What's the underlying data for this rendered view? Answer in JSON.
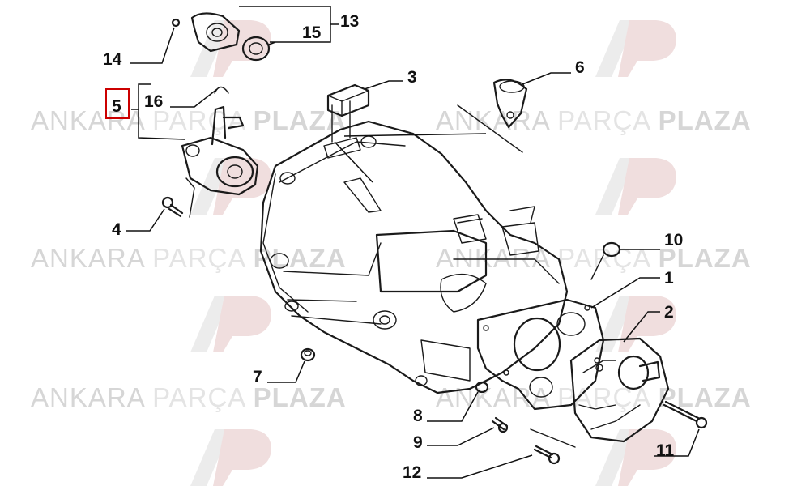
{
  "watermark": {
    "brand_word_1": "ANKARA",
    "brand_word_2": "PARÇA",
    "brand_word_3": "PLAZA",
    "logo_name": "ap-logo-icon",
    "colors": {
      "light": "#e8e8e8",
      "mid": "#dcdcdc",
      "dark": "#d0d0d0"
    }
  },
  "callouts": {
    "c1": "1",
    "c2": "2",
    "c3": "3",
    "c4": "4",
    "c5": "5",
    "c6": "6",
    "c7": "7",
    "c8": "8",
    "c9": "9",
    "c10": "10",
    "c11": "11",
    "c12": "12",
    "c13": "13",
    "c14": "14",
    "c15": "15",
    "c16": "16"
  },
  "highlight": {
    "label": "5",
    "color": "#cc0000"
  }
}
